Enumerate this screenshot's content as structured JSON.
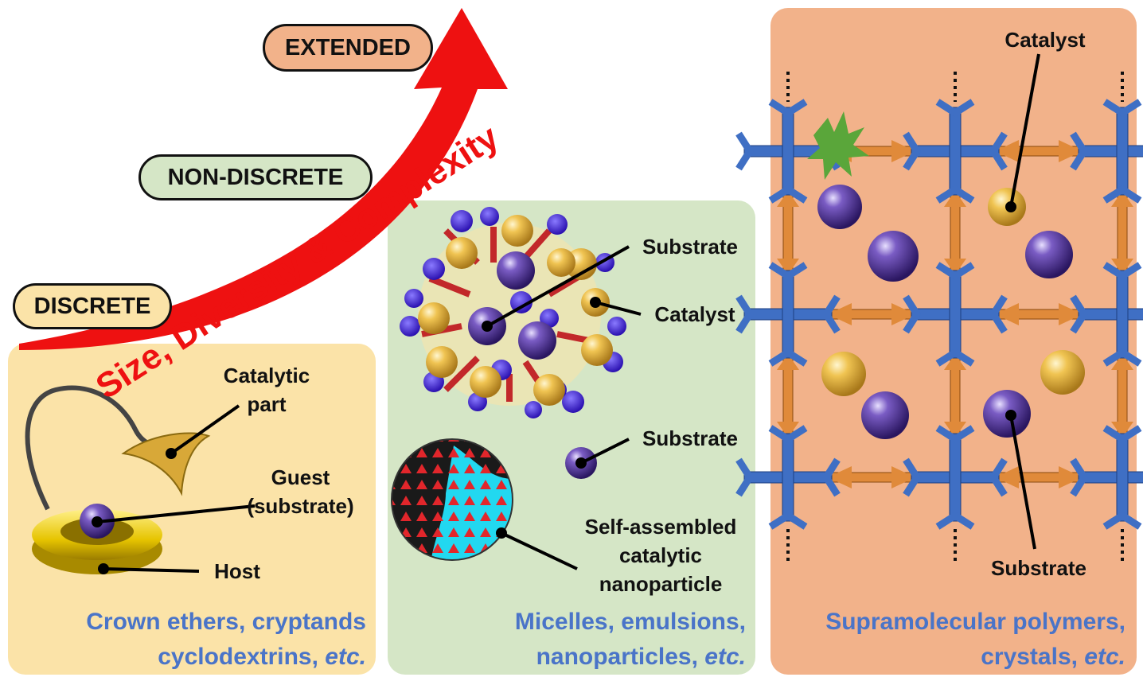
{
  "stages": {
    "discrete": "DISCRETE",
    "non_discrete": "NON-DISCRETE",
    "extended": "EXTENDED"
  },
  "arrow_text": "Size, Diversity & Complexity",
  "panel_discrete": {
    "labels": {
      "catalytic_part": "Catalytic part",
      "guest": "Guest (substrate)",
      "host": "Host"
    },
    "caption_line1": "Crown ethers, cryptands",
    "caption_line2_main": "cyclodextrins, ",
    "caption_line2_italic": "etc."
  },
  "panel_nondiscrete": {
    "labels": {
      "substrate_top": "Substrate",
      "catalyst": "Catalyst",
      "substrate_mid": "Substrate",
      "nanoparticle": "Self-assembled catalytic nanoparticle"
    },
    "caption_line1": "Micelles, emulsions,",
    "caption_line2_main": "nanoparticles, ",
    "caption_line2_italic": "etc."
  },
  "panel_extended": {
    "labels": {
      "catalyst": "Catalyst",
      "substrate": "Substrate"
    },
    "caption_line1": "Supramolecular polymers,",
    "caption_line2_main": "crystals, ",
    "caption_line2_italic": "etc."
  },
  "colors": {
    "discrete_bg": "#fbe3a8",
    "nondiscrete_bg": "#d5e6c6",
    "extended_bg": "#f2b28a",
    "arrow": "#ee1111",
    "caption_text": "#4a74c8",
    "substrate_sphere": "#5a3fa0",
    "catalyst_sphere": "#e8b93a",
    "framework_blue": "#3f6fc4",
    "linker_orange": "#e08a3a"
  }
}
